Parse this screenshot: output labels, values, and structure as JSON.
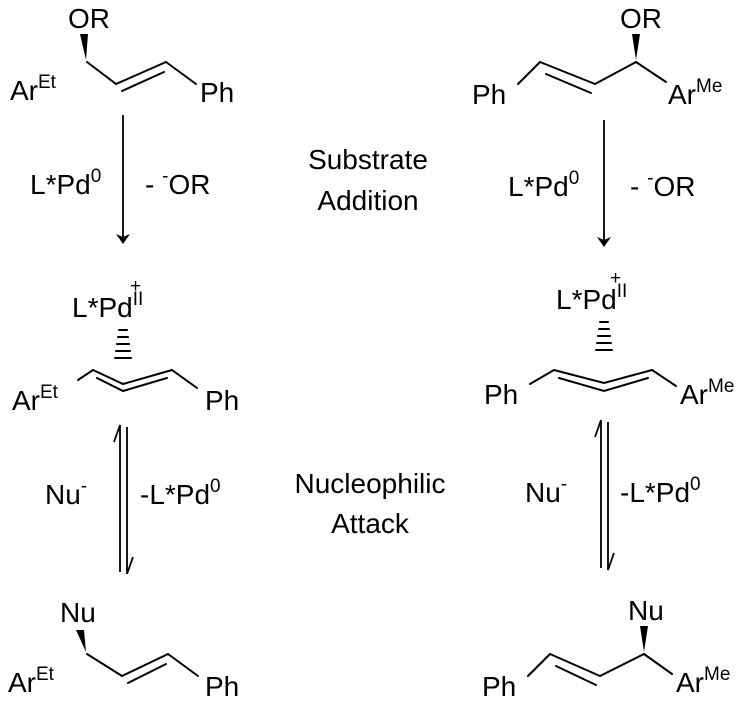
{
  "left": {
    "substrate": {
      "group": "OR",
      "aryl": "Ar",
      "aryl_sup": "Et",
      "end": "Ph"
    },
    "arrow1": {
      "reagent": "L*Pd",
      "reagent_sup": "0",
      "loss": "- ",
      "loss_sup": "-",
      "loss_group": "OR"
    },
    "complex": {
      "metal": "L*Pd",
      "metal_sup": "II",
      "charge": "+",
      "aryl": "Ar",
      "aryl_sup": "Et",
      "end": "Ph"
    },
    "arrow2": {
      "nucleophile": "Nu",
      "nucleophile_sup": "-",
      "loss": "-L*Pd",
      "loss_sup": "0"
    },
    "product": {
      "group": "Nu",
      "aryl": "Ar",
      "aryl_sup": "Et",
      "end": "Ph"
    }
  },
  "right": {
    "substrate": {
      "group": "OR",
      "aryl": "Ar",
      "aryl_sup": "Me",
      "end": "Ph"
    },
    "arrow1": {
      "reagent": "L*Pd",
      "reagent_sup": "0",
      "loss": "- ",
      "loss_sup": "-",
      "loss_group": "OR"
    },
    "complex": {
      "metal": "L*Pd",
      "metal_sup": "II",
      "charge": "+",
      "aryl": "Ar",
      "aryl_sup": "Me",
      "end": "Ph"
    },
    "arrow2": {
      "nucleophile": "Nu",
      "nucleophile_sup": "-",
      "loss": "-L*Pd",
      "loss_sup": "0"
    },
    "product": {
      "group": "Nu",
      "aryl": "Ar",
      "aryl_sup": "Me",
      "end": "Ph"
    }
  },
  "steps": {
    "step1_line1": "Substrate",
    "step1_line2": "Addition",
    "step2_line1": "Nucleophilic",
    "step2_line2": "Attack"
  }
}
